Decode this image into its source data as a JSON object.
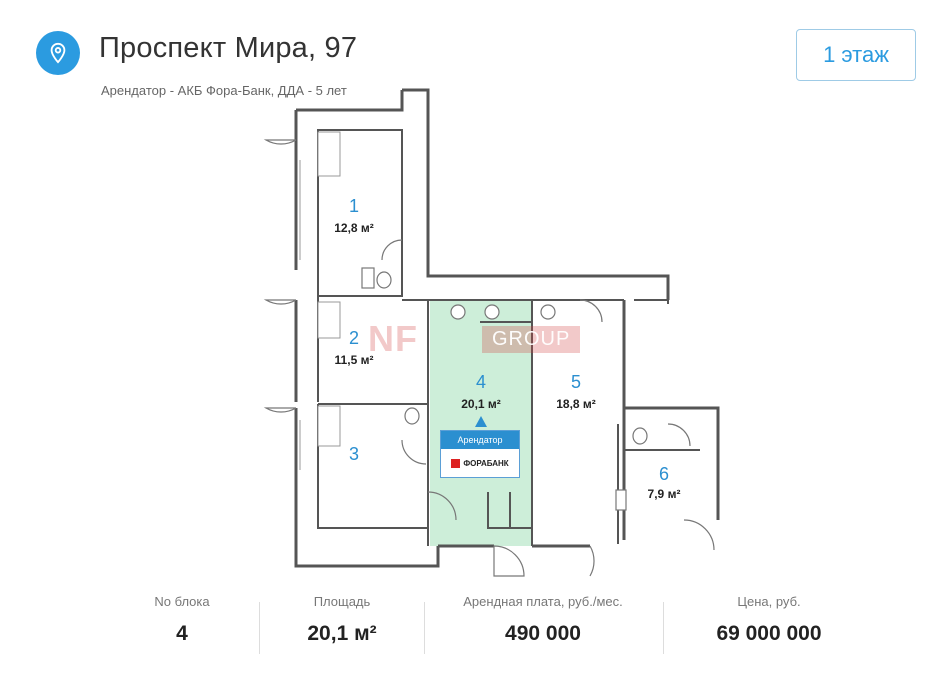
{
  "header": {
    "title": "Проспект Мира, 97",
    "subtitle": "Арендатор - АКБ Фора-Банк, ДДА - 5 лет",
    "floor_button": "1 этаж",
    "accent_color": "#2b9be0"
  },
  "plan": {
    "rooms": [
      {
        "number": "1",
        "area": "12,8 м²"
      },
      {
        "number": "2",
        "area": "11,5 м²"
      },
      {
        "number": "3",
        "area": ""
      },
      {
        "number": "4",
        "area": "20,1 м²",
        "highlighted": true
      },
      {
        "number": "5",
        "area": "18,8 м²"
      },
      {
        "number": "6",
        "area": "7,9 м²"
      }
    ],
    "tenant_tag": {
      "label": "Арендатор",
      "logo_text": "ФОРАБАНК"
    },
    "watermark": {
      "main": "NF",
      "sub": "GROUP"
    },
    "highlight_color": "#cdeed9"
  },
  "stats": [
    {
      "label": "No блока",
      "value": "4"
    },
    {
      "label": "Площадь",
      "value": "20,1 м²"
    },
    {
      "label": "Арендная плата, руб./мес.",
      "value": "490 000"
    },
    {
      "label": "Цена, руб.",
      "value": "69 000 000"
    }
  ]
}
